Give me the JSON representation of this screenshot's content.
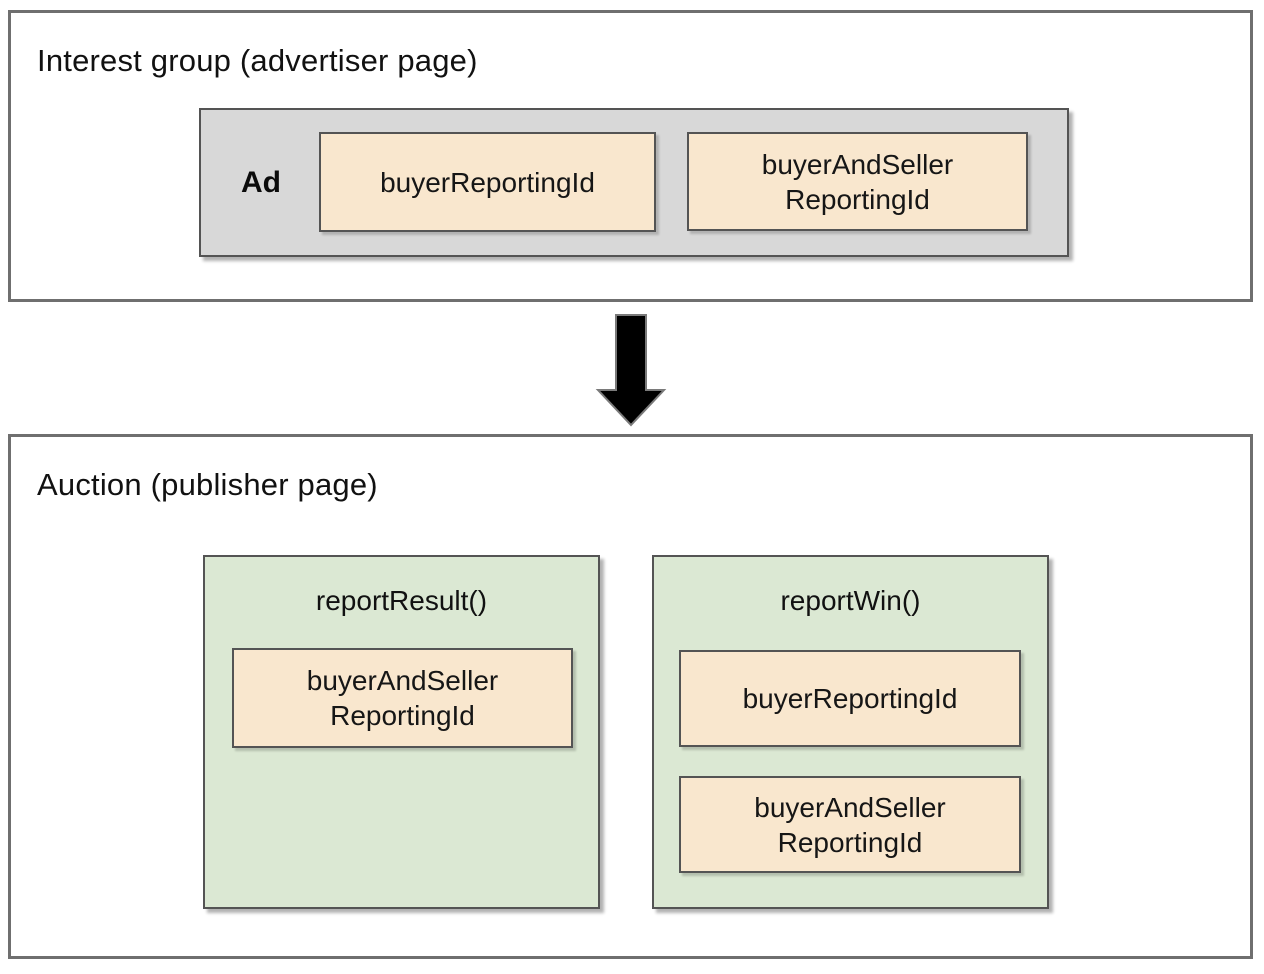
{
  "colors": {
    "outer_border": "#6f6f6f",
    "inner_border": "#545454",
    "ad_box_bg": "#d8d8d8",
    "function_box_bg": "#dbe8d3",
    "chip_bg": "#f9e7ce",
    "arrow_fill": "#000000",
    "arrow_outline": "#7a7a7a",
    "text": "#141414"
  },
  "interest_group": {
    "title": "Interest group (advertiser page)",
    "ad": {
      "label": "Ad",
      "chips": [
        {
          "label": "buyerReportingId"
        },
        {
          "label": "buyerAndSeller\nReportingId"
        }
      ]
    }
  },
  "arrow": {
    "direction": "down"
  },
  "auction": {
    "title": "Auction (publisher page)",
    "functions": [
      {
        "name": "reportResult()",
        "chips": [
          {
            "label": "buyerAndSeller\nReportingId"
          }
        ]
      },
      {
        "name": "reportWin()",
        "chips": [
          {
            "label": "buyerReportingId"
          },
          {
            "label": "buyerAndSeller\nReportingId"
          }
        ]
      }
    ]
  }
}
